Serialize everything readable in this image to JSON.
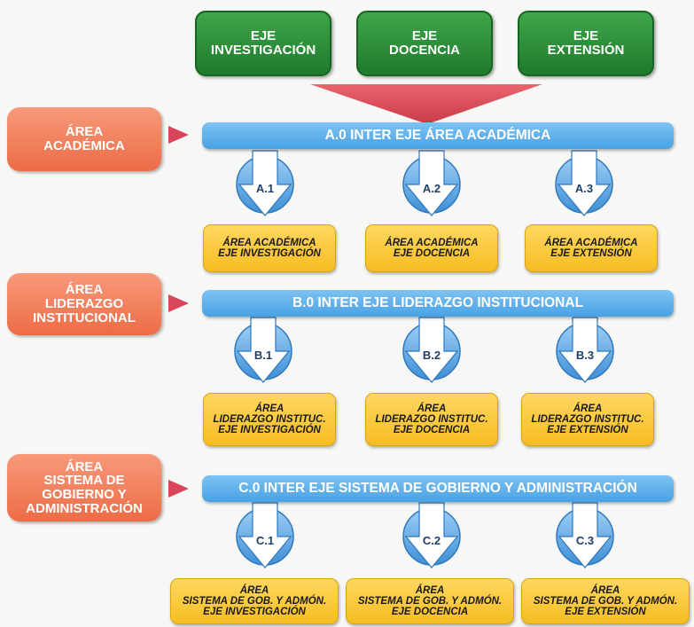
{
  "ejes": [
    {
      "lines": [
        "EJE",
        "INVESTIGACIÓN"
      ]
    },
    {
      "lines": [
        "EJE",
        "DOCENCIA"
      ]
    },
    {
      "lines": [
        "EJE",
        "EXTENSIÓN"
      ]
    }
  ],
  "areas": [
    {
      "lines": [
        "ÁREA",
        "ACADÉMICA"
      ]
    },
    {
      "lines": [
        "ÁREA",
        "LIDERAZGO",
        "INSTITUCIONAL"
      ]
    },
    {
      "lines": [
        "ÁREA",
        "SISTEMA DE",
        "GOBIERNO Y",
        "ADMINISTRACIÓN"
      ]
    }
  ],
  "bars": [
    {
      "label": "A.0 INTER EJE ÁREA ACADÉMICA"
    },
    {
      "label": "B.0 INTER EJE LIDERAZGO INSTITUCIONAL"
    },
    {
      "label": "C.0 INTER EJE SISTEMA DE GOBIERNO Y ADMINISTRACIÓN"
    }
  ],
  "arrows": [
    [
      "A.1",
      "A.2",
      "A.3"
    ],
    [
      "B.1",
      "B.2",
      "B.3"
    ],
    [
      "C.1",
      "C.2",
      "C.3"
    ]
  ],
  "results": [
    [
      {
        "lines": [
          "ÁREA ACADÉMICA",
          "EJE INVESTIGACIÓN"
        ]
      },
      {
        "lines": [
          "ÁREA ACADÉMICA",
          "EJE DOCENCIA"
        ]
      },
      {
        "lines": [
          "ÁREA ACADÉMICA",
          "EJE EXTENSIÓN"
        ]
      }
    ],
    [
      {
        "lines": [
          "ÁREA",
          "LIDERAZGO INSTITUC.",
          "EJE INVESTIGACIÓN"
        ]
      },
      {
        "lines": [
          "ÁREA",
          "LIDERAZGO INSTITUC.",
          "EJE DOCENCIA"
        ]
      },
      {
        "lines": [
          "ÁREA",
          "LIDERAZGO INSTITUC.",
          "EJE EXTENSIÓN"
        ]
      }
    ],
    [
      {
        "lines": [
          "ÁREA",
          "SISTEMA DE GOB. Y ADMÓN.",
          "EJE INVESTIGACIÓN"
        ]
      },
      {
        "lines": [
          "ÁREA",
          "SISTEMA DE GOB. Y ADMÓN.",
          "EJE DOCENCIA"
        ]
      },
      {
        "lines": [
          "ÁREA",
          "SISTEMA DE GOB. Y ADMÓN.",
          "EJE EXTENSIÓN"
        ]
      }
    ]
  ],
  "colors": {
    "eje": "#2b8f3a",
    "area": "#f07e58",
    "bar": "#5ab0ea",
    "result": "#f9c634",
    "funnel": "#d94e5a",
    "pointer": "#d9455a",
    "arrow_ring": "#3f8fd6"
  }
}
